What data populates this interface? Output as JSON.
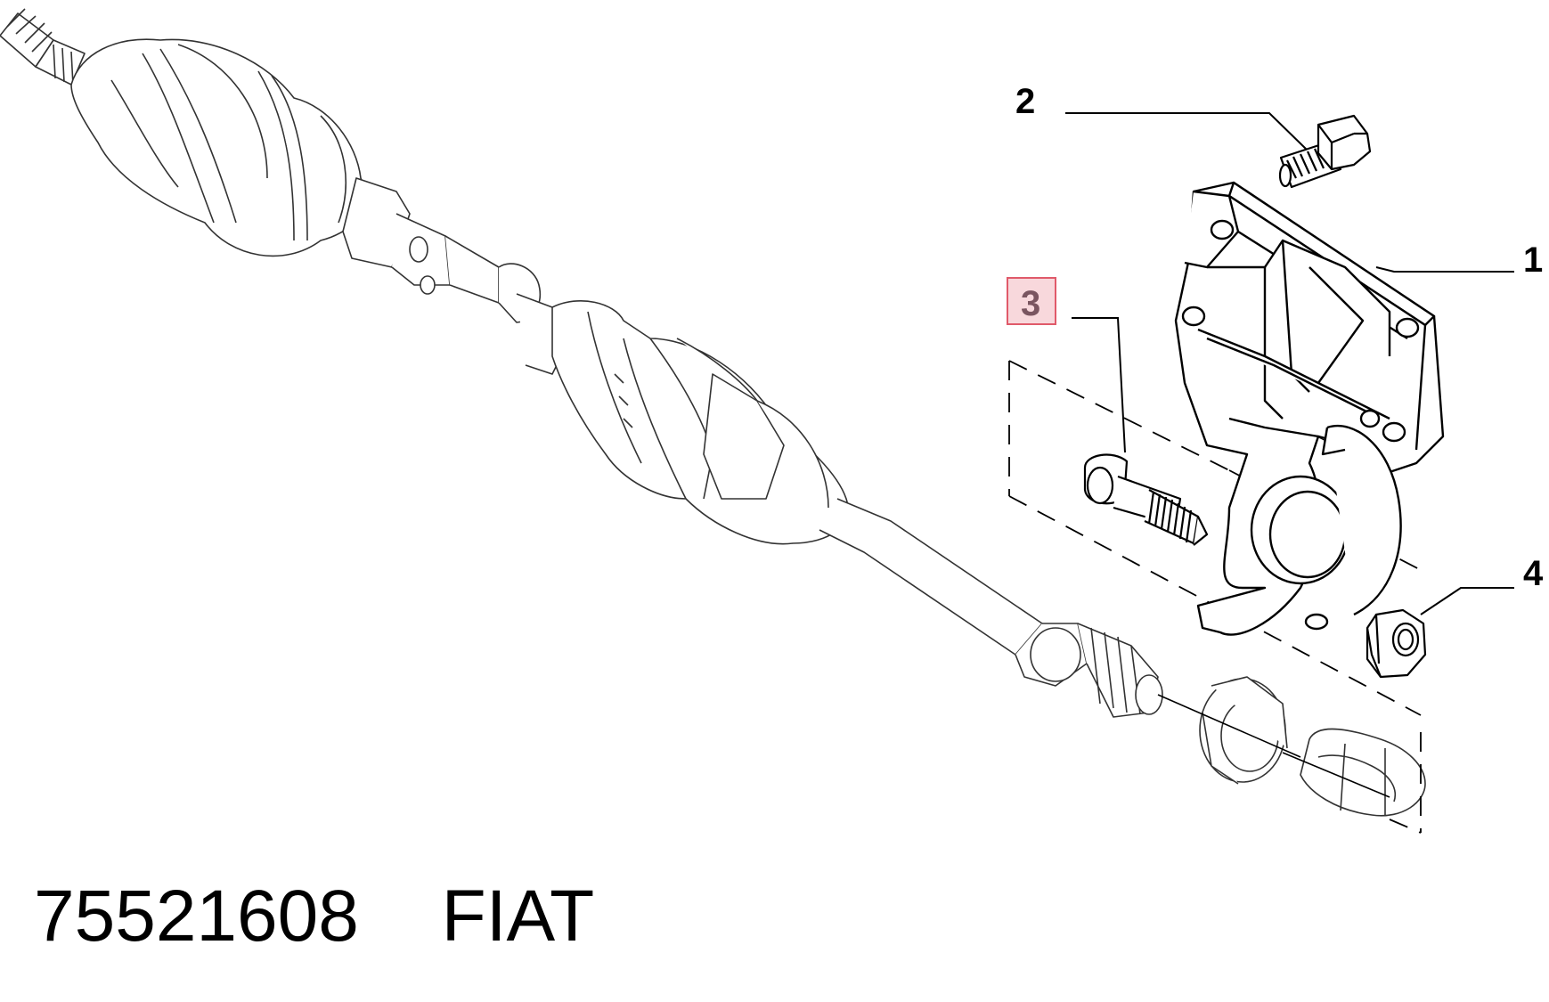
{
  "callouts": [
    {
      "id": "1",
      "label": "1",
      "highlighted": false
    },
    {
      "id": "2",
      "label": "2",
      "highlighted": false
    },
    {
      "id": "3",
      "label": "3",
      "highlighted": true
    },
    {
      "id": "4",
      "label": "4",
      "highlighted": false
    }
  ],
  "footer": {
    "part_number": "75521608",
    "brand": "FIAT"
  },
  "colors": {
    "line": "#000000",
    "faded_line": "#2a2a2a",
    "highlight_fill": "#f8d8dc",
    "highlight_border": "#e05a6a",
    "highlight_text": "#7a5560"
  }
}
